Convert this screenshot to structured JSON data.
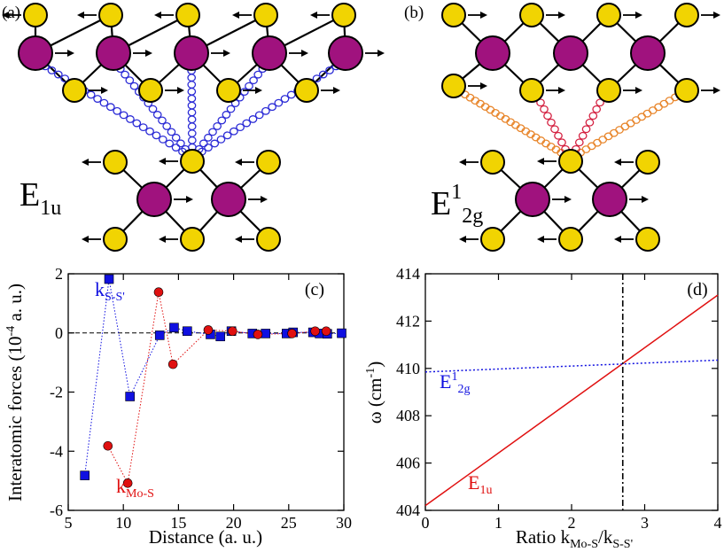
{
  "panels": {
    "a": {
      "label": "(a)",
      "mode": {
        "main": "E",
        "sub": "1u"
      }
    },
    "b": {
      "label": "(b)",
      "mode": {
        "main": "E",
        "sup": "1",
        "sub": "2g"
      }
    }
  },
  "colors": {
    "mo_atom": "#a0127e",
    "s_atom": "#f1d402",
    "spring_a": "#2b2bd6",
    "spring_b_outer": "#e8852a",
    "spring_b_inner": "#d42040",
    "red_series": "#e01010",
    "blue_series": "#1010e0"
  },
  "chart_data": [
    {
      "panel": "(c)",
      "type": "scatter",
      "xlabel": "Distance (a. u.)",
      "ylabel": "Interatomic forces  (10",
      "ylabel_exp": "-4",
      "ylabel_tail": " a. u.)",
      "xlim": [
        5,
        30
      ],
      "ylim": [
        -6,
        2
      ],
      "xticks": [
        5,
        10,
        15,
        20,
        25,
        30
      ],
      "yticks": [
        -6,
        -4,
        -2,
        0,
        2
      ],
      "series": [
        {
          "name": "k",
          "name_sub": "S-S'",
          "color": "#1010e0",
          "marker": "square",
          "line": "dotted",
          "points": [
            [
              6.5,
              -4.82
            ],
            [
              8.7,
              1.82
            ],
            [
              10.6,
              -2.15
            ],
            [
              13.3,
              -0.08
            ],
            [
              14.6,
              0.18
            ],
            [
              15.8,
              0.06
            ],
            [
              17.9,
              -0.05
            ],
            [
              18.8,
              -0.12
            ],
            [
              19.8,
              0.06
            ],
            [
              21.7,
              -0.02
            ],
            [
              22.9,
              -0.02
            ],
            [
              24.8,
              -0.02
            ],
            [
              25.4,
              0.02
            ],
            [
              27.2,
              0.02
            ],
            [
              27.8,
              -0.02
            ],
            [
              28.5,
              -0.03
            ],
            [
              29.8,
              -0.01
            ]
          ]
        },
        {
          "name": "k",
          "name_sub": "Mo-S",
          "color": "#e01010",
          "marker": "circle",
          "line": "dotted",
          "points": [
            [
              8.6,
              -3.82
            ],
            [
              10.4,
              -5.08
            ],
            [
              13.2,
              1.38
            ],
            [
              14.5,
              -1.06
            ],
            [
              17.7,
              0.1
            ],
            [
              19.9,
              0.06
            ],
            [
              22.2,
              -0.05
            ],
            [
              25.3,
              -0.02
            ],
            [
              27.4,
              0.06
            ],
            [
              28.4,
              0.06
            ]
          ]
        }
      ],
      "hline": 0
    },
    {
      "panel": "(d)",
      "type": "line",
      "xlabel": "Ratio k",
      "xlabel_sub1": "Mo-S",
      "xlabel_mid": "/k",
      "xlabel_sub2": "S-S'",
      "ylabel": "ω (cm",
      "ylabel_sup": "-1",
      "ylabel_tail": ")",
      "xlim": [
        0,
        4
      ],
      "ylim": [
        404,
        414
      ],
      "xticks": [
        0,
        1,
        2,
        3,
        4
      ],
      "yticks": [
        404,
        406,
        408,
        410,
        412,
        414
      ],
      "series": [
        {
          "name": "E",
          "name_sub": "1u",
          "color": "#e01010",
          "line": "solid",
          "x": [
            0,
            4
          ],
          "y": [
            404.2,
            413.1
          ]
        },
        {
          "name": "E",
          "name_sup": "1",
          "name_sub": "2g",
          "color": "#1010e0",
          "line": "dotted",
          "x": [
            0,
            4
          ],
          "y": [
            409.85,
            410.35
          ]
        }
      ],
      "vline": 2.7
    }
  ]
}
